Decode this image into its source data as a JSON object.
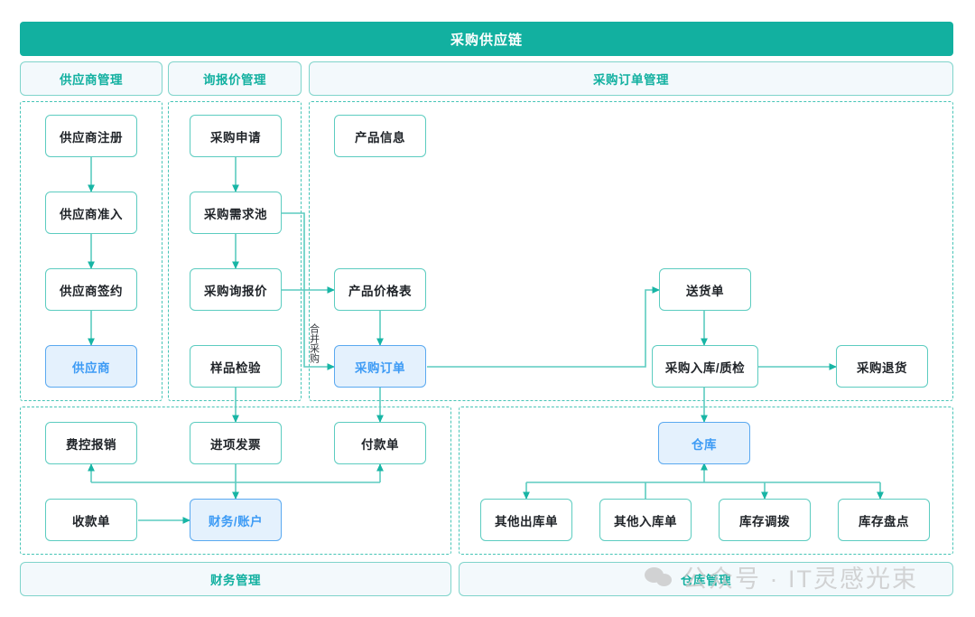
{
  "title": "采购供应链",
  "colors": {
    "brand_teal": "#12b0a0",
    "line_teal": "#46c4b6",
    "node_border": "#5cccc0",
    "highlight_fill": "#e4f1fd",
    "highlight_border": "#5aa9f0",
    "highlight_text": "#3d9bf5",
    "section_fill": "#f3f9fc",
    "text": "#1f2328"
  },
  "sections": {
    "supplier": "供应商管理",
    "rfq": "询报价管理",
    "purchase_order": "采购订单管理",
    "finance": "财务管理",
    "warehouse": "仓库管理"
  },
  "nodes": {
    "supplier_register": "供应商注册",
    "supplier_access": "供应商准入",
    "supplier_contract": "供应商签约",
    "supplier": "供应商",
    "purchase_request": "采购申请",
    "demand_pool": "采购需求池",
    "purchase_rfq": "采购询报价",
    "sample_inspection": "样品检验",
    "product_info": "产品信息",
    "product_price_list": "产品价格表",
    "purchase_order": "采购订单",
    "delivery_note": "送货单",
    "purchase_receipt_qc": "采购入库/质检",
    "purchase_return": "采购退货",
    "expense_reimbursement": "费控报销",
    "input_invoice": "进项发票",
    "payment_note": "付款单",
    "receipt_note": "收款单",
    "finance_account": "财务/账户",
    "warehouse": "仓库",
    "other_outbound": "其他出库单",
    "other_inbound": "其他入库单",
    "stock_transfer": "库存调拨",
    "stock_count": "库存盘点"
  },
  "edge_labels": {
    "merge_purchase": "合并采购"
  },
  "watermark": {
    "text": "公众号 · IT灵感光束",
    "icon": "wechat-icon"
  }
}
